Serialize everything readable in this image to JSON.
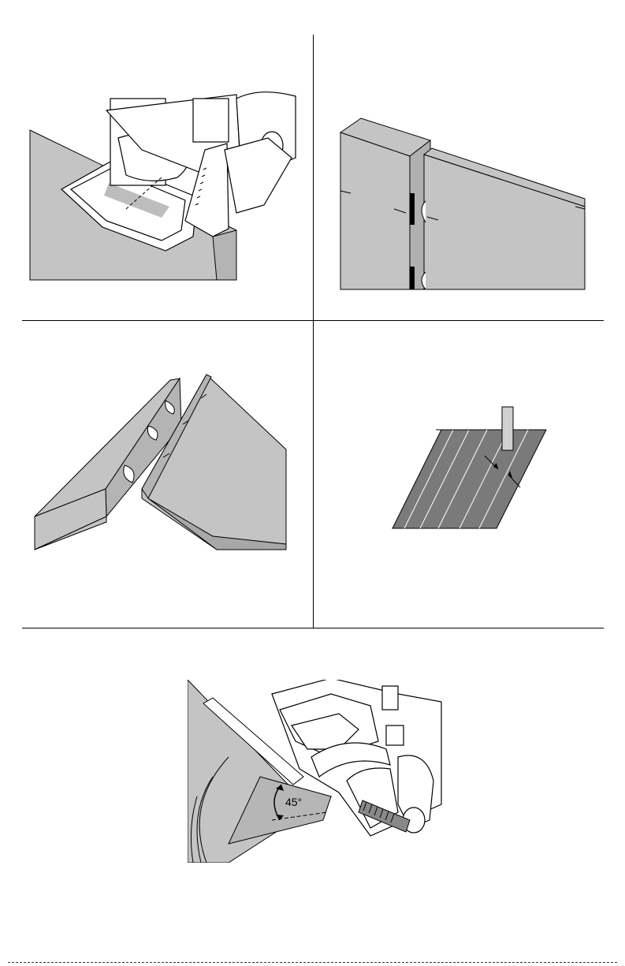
{
  "figures": [
    {
      "id": "fig-edge-cut"
    },
    {
      "id": "fig-panel-joint"
    },
    {
      "id": "fig-miter-pieces"
    },
    {
      "id": "fig-slot-diagram"
    },
    {
      "id": "fig-miter-tool",
      "angle_label": "45°"
    }
  ],
  "colors": {
    "stock": "#c4c4c4",
    "stock_dark": "#9a9a9a",
    "stripe": "#6e6e6e",
    "line": "#000000"
  }
}
